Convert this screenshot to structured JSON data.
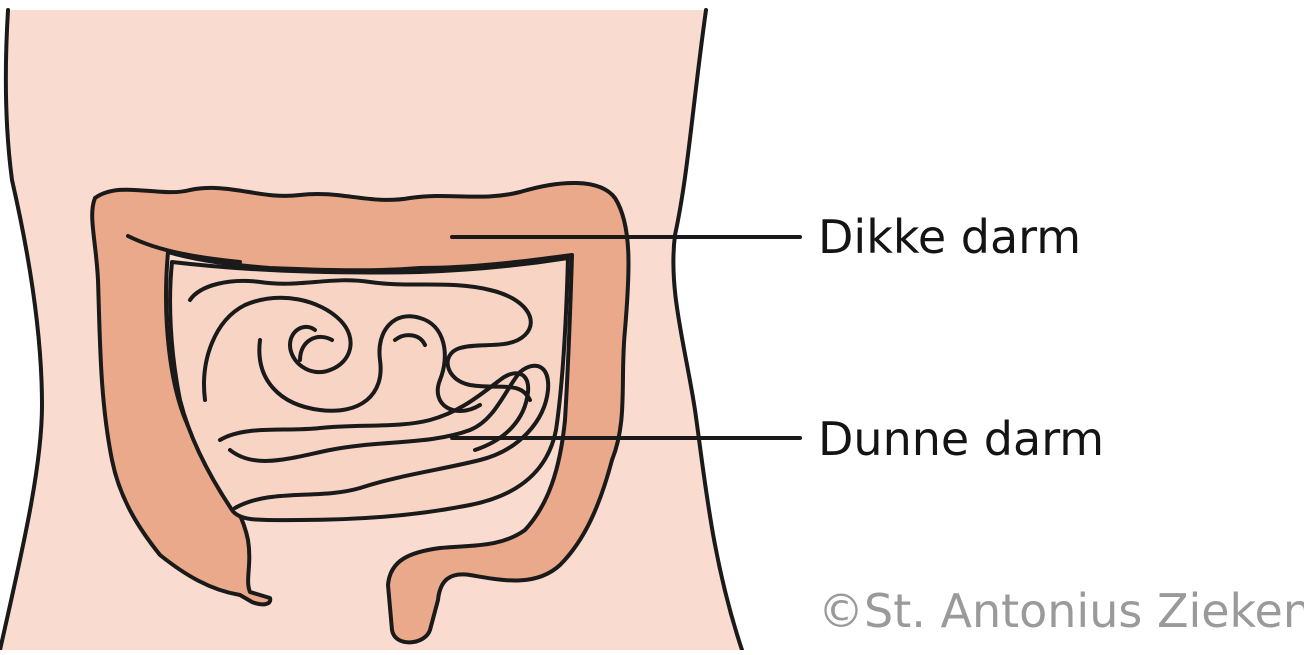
{
  "labels": {
    "large_intestine": "Dikke darm",
    "small_intestine": "Dunne darm"
  },
  "copyright": "©St. Antonius Ziekenh",
  "colors": {
    "skin": "#f9dccf",
    "colon": "#e9a98a",
    "small_intestine": "#f7d4c3",
    "outline": "#1a1a1a",
    "label_text": "#141414",
    "copyright_text": "#9a9a9a"
  }
}
